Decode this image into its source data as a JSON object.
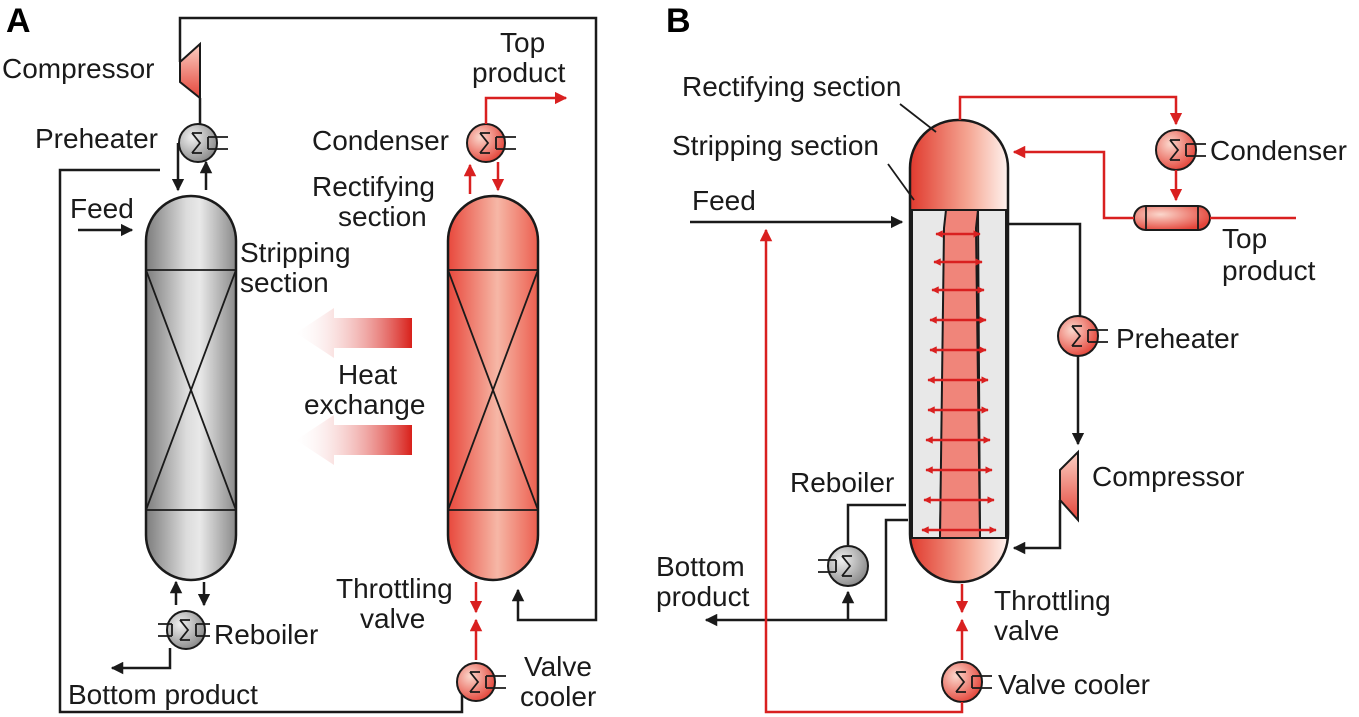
{
  "panel_a": {
    "letter": "A",
    "labels": {
      "compressor": "Compressor",
      "top_product_1": "Top",
      "top_product_2": "product",
      "preheater": "Preheater",
      "condenser": "Condenser",
      "rectifying_1": "Rectifying",
      "rectifying_2": "section",
      "feed": "Feed",
      "stripping_1": "Stripping",
      "stripping_2": "section",
      "heat_1": "Heat",
      "heat_2": "exchange",
      "throttling_1": "Throttling",
      "throttling_2": "valve",
      "reboiler": "Reboiler",
      "valve_cooler_1": "Valve",
      "valve_cooler_2": "cooler",
      "bottom_product": "Bottom product"
    }
  },
  "panel_b": {
    "letter": "B",
    "labels": {
      "rectifying": "Rectifying section",
      "stripping": "Stripping section",
      "condenser": "Condenser",
      "feed": "Feed",
      "top_product_1": "Top",
      "top_product_2": "product",
      "preheater": "Preheater",
      "compressor": "Compressor",
      "reboiler": "Reboiler",
      "bottom_product_1": "Bottom",
      "bottom_product_2": "product",
      "throttling_1": "Throttling",
      "throttling_2": "valve",
      "valve_cooler": "Valve cooler"
    }
  },
  "colors": {
    "hot": "#e4453a",
    "cold": "#8a8a8a",
    "red_line": "#d92020",
    "black_line": "#1a1a1a"
  }
}
